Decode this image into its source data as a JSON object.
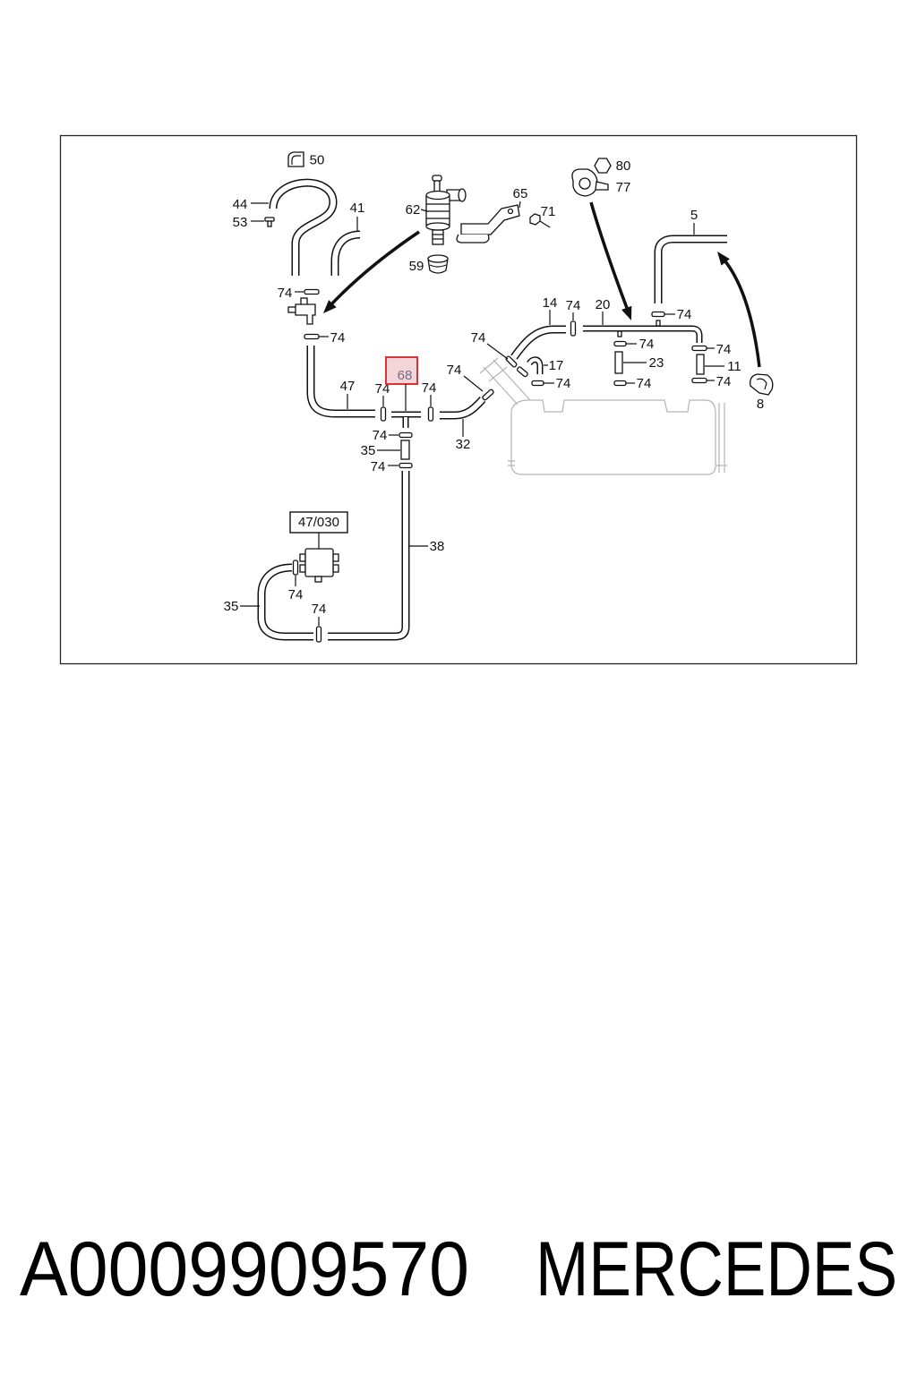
{
  "diagram": {
    "callouts": {
      "p50": "50",
      "p44": "44",
      "p53": "53",
      "p41": "41",
      "p62": "62",
      "p65": "65",
      "p71": "71",
      "p80": "80",
      "p77": "77",
      "p5": "5",
      "p59": "59",
      "p14": "14",
      "p20": "20",
      "p17": "17",
      "p23": "23",
      "p11": "11",
      "p8": "8",
      "p47": "47",
      "p32": "32",
      "p35_upper": "35",
      "p38": "38",
      "p35_lower": "35"
    },
    "connector_callouts": [
      "74",
      "74",
      "74",
      "74",
      "74",
      "74",
      "74",
      "74",
      "74",
      "74",
      "74",
      "74",
      "74",
      "74",
      "74",
      "74",
      "74"
    ],
    "highlighted_callout": "68",
    "module_callout": "47/030"
  },
  "caption": {
    "part_number": "A0009909570",
    "brand": "MERCEDES"
  },
  "colors": {
    "highlight_border": "#d6333b",
    "highlight_fill": "#f3d4d7",
    "highlight_text": "#76698a",
    "reservoir_outline": "#b4b4b4"
  }
}
